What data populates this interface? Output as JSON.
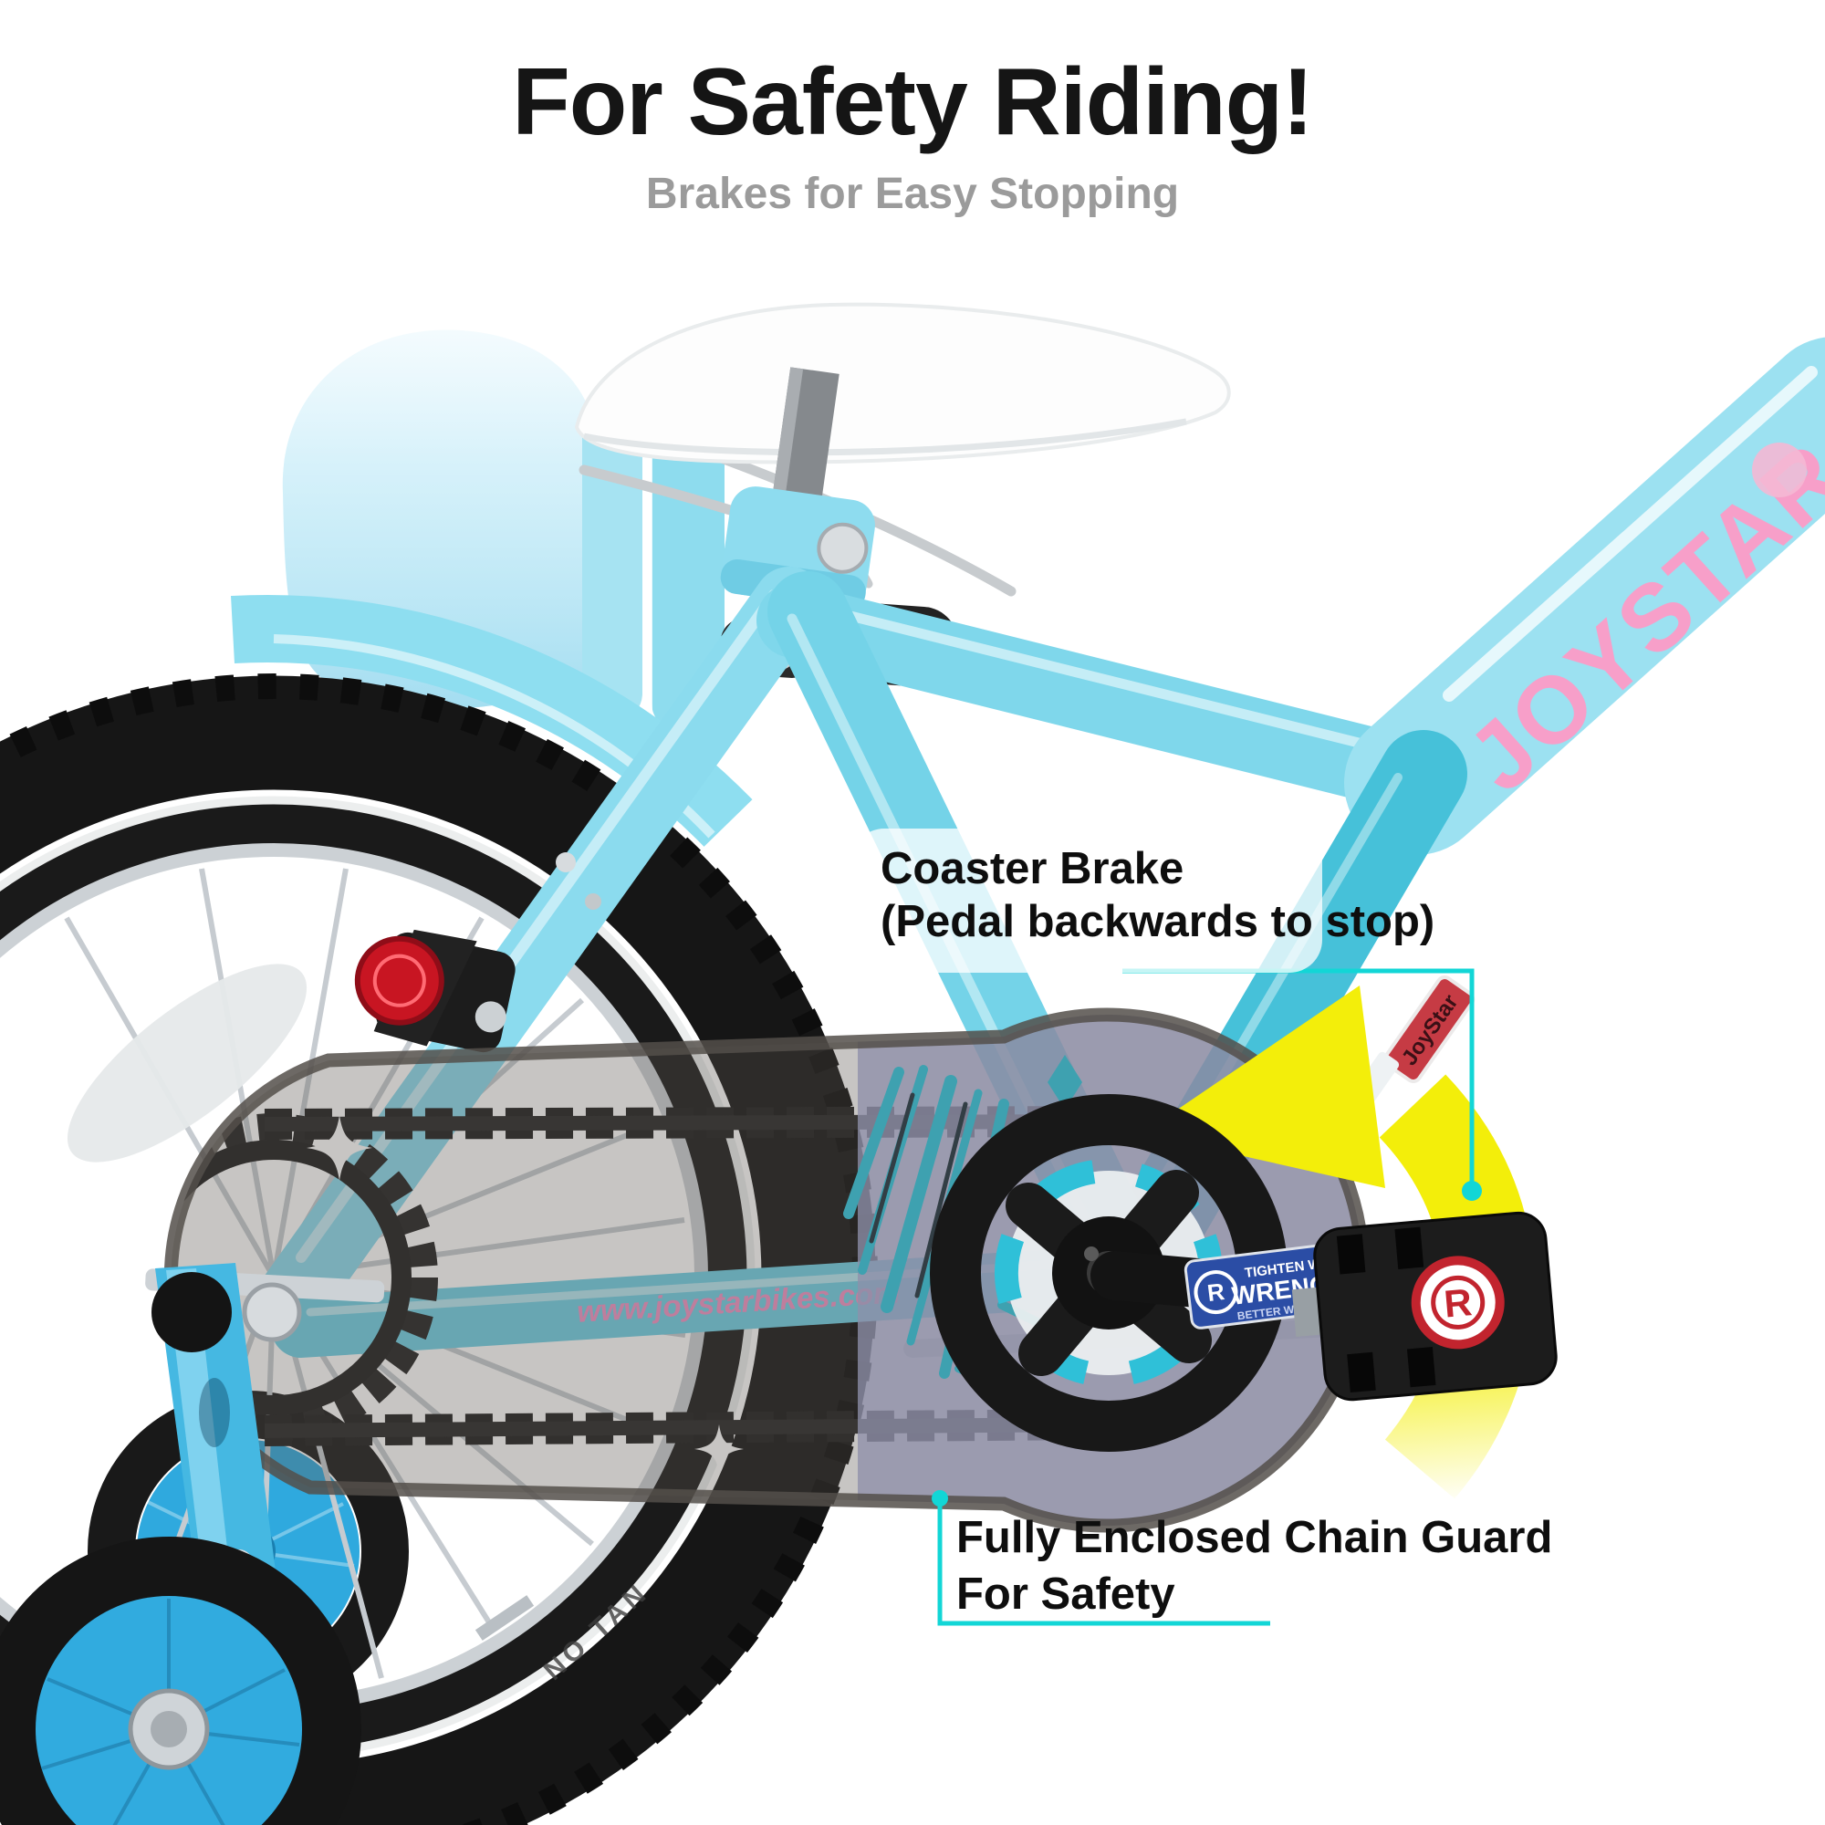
{
  "header": {
    "title": "For Safety Riding!",
    "subtitle": "Brakes for Easy Stopping"
  },
  "callouts": {
    "coaster_brake": {
      "line1": "Coaster Brake",
      "line2": "(Pedal backwards to stop)"
    },
    "chain_guard": {
      "line1": "Fully Enclosed Chain Guard",
      "line2": "For Safety"
    }
  },
  "bike": {
    "frame_logo": "JOYSTAR",
    "frame_sticker_label": "JoyStar",
    "chainstay_decal": "www.joystarbikes.com",
    "crank_label": {
      "line1": "TIGHTEN WITH",
      "line2": "WRENCH",
      "line3": "BETTER WITH GREASE",
      "logo_letter": "R"
    },
    "pedal_sticker_letter": "R",
    "tire_marking": "NO TAN"
  },
  "colors": {
    "title_text": "#151515",
    "subtitle_text": "#9B9B9B",
    "callout_text": "#0E0E0E",
    "callout_line": "#12D6D6",
    "frame_blue": "#74D3E8",
    "frame_blue_light": "#9CE1F1",
    "frame_teal": "#46C1D9",
    "training_wheel_blue": "#31ABDF",
    "logo_pink": "#F79FC9",
    "arrow_yellow": "#F3EE0A",
    "guard_lavender": "#A9AED9",
    "guard_smoke": "#5A544E",
    "crank_label_blue": "#2B4DA5",
    "sticker_red": "#C63B44",
    "reflector_red": "#C81522"
  }
}
